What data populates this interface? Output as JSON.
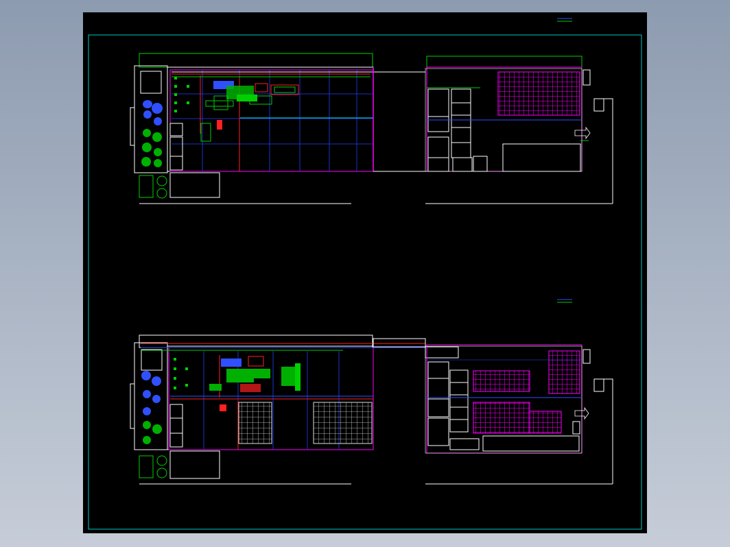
{
  "drawing": {
    "type": "CAD floor plan",
    "background_color": "#000000",
    "border_color": "#00c8c8",
    "plans": [
      {
        "name": "upper-plan"
      },
      {
        "name": "lower-plan"
      }
    ],
    "layer_colors": {
      "walls": "#ffffff",
      "grid": "#2040ff",
      "boundary": "#ff00ff",
      "piping_red": "#ff2020",
      "piping_green": "#00d000",
      "equipment_blue": "#3050ff",
      "cyan": "#00e0e0",
      "yellow": "#ffff00"
    }
  }
}
